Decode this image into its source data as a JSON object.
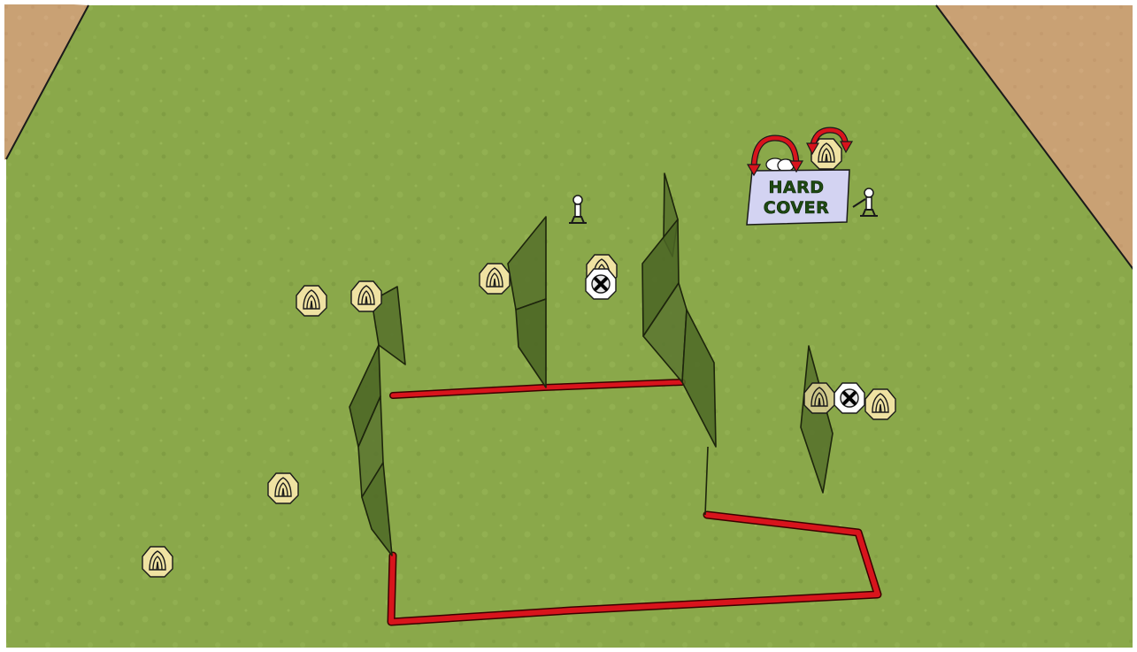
{
  "scene": {
    "title": "",
    "sign": {
      "lines": [
        "HARD",
        "COVER"
      ]
    },
    "colors": {
      "grass": "#8aa84a",
      "dirt": "#c9a174",
      "fault_line": "#d8141c",
      "wall_panel": "#55702a",
      "target_paper": "#efe2a2",
      "no_shoot_target": "#ffffff",
      "sign_board": "#d3d3f2",
      "arrow": "#d8141c"
    },
    "counts": {
      "paper_targets": 9,
      "no_shoot_targets": 2,
      "steel_poppers": 2,
      "wall_groups": 5
    }
  }
}
